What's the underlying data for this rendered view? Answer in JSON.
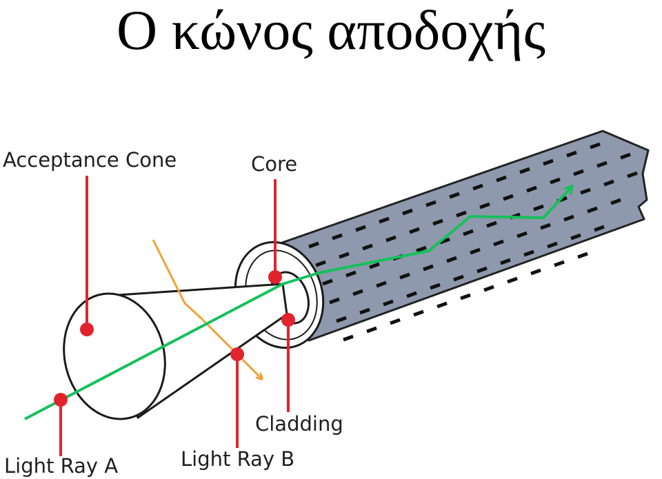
{
  "title": "Ο κώνος αποδοχής",
  "labels": {
    "acceptance_cone": "Acceptance Cone",
    "core": "Core",
    "cladding": "Cladding",
    "light_ray_a": "Light Ray A",
    "light_ray_b": "Light Ray B"
  },
  "colors": {
    "fiber_jacket": "#8e99ad",
    "jacket_stripe": "#111111",
    "cone_fill": "#ffffff",
    "pointer": "#e1242c",
    "ray_a": "#16c05a",
    "ray_b": "#f0a234",
    "outline": "#1a1a1a"
  }
}
